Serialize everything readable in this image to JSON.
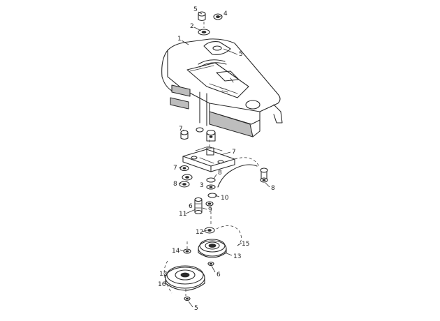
{
  "figure": {
    "callouts": [
      {
        "id": "c5-top",
        "text": "5"
      },
      {
        "id": "c4-top",
        "text": "4"
      },
      {
        "id": "c2-top",
        "text": "2"
      },
      {
        "id": "c1",
        "text": "1"
      },
      {
        "id": "c5-plate",
        "text": "5"
      },
      {
        "id": "c7-a",
        "text": "7"
      },
      {
        "id": "c7-b",
        "text": "7"
      },
      {
        "id": "c7-c",
        "text": "7"
      },
      {
        "id": "c8-a",
        "text": "8"
      },
      {
        "id": "c8-b",
        "text": "8"
      },
      {
        "id": "c8-c",
        "text": "8"
      },
      {
        "id": "c9",
        "text": "9"
      },
      {
        "id": "c10",
        "text": "10"
      },
      {
        "id": "c11",
        "text": "11"
      },
      {
        "id": "c12",
        "text": "12"
      },
      {
        "id": "c13-a",
        "text": "13"
      },
      {
        "id": "c13-b",
        "text": "13"
      },
      {
        "id": "c14",
        "text": "14"
      },
      {
        "id": "c15",
        "text": "15"
      },
      {
        "id": "c16",
        "text": "16"
      },
      {
        "id": "c6-a",
        "text": "6"
      },
      {
        "id": "c6-b",
        "text": "6"
      },
      {
        "id": "c3",
        "text": "3"
      },
      {
        "id": "c5-bot",
        "text": "5"
      }
    ]
  }
}
